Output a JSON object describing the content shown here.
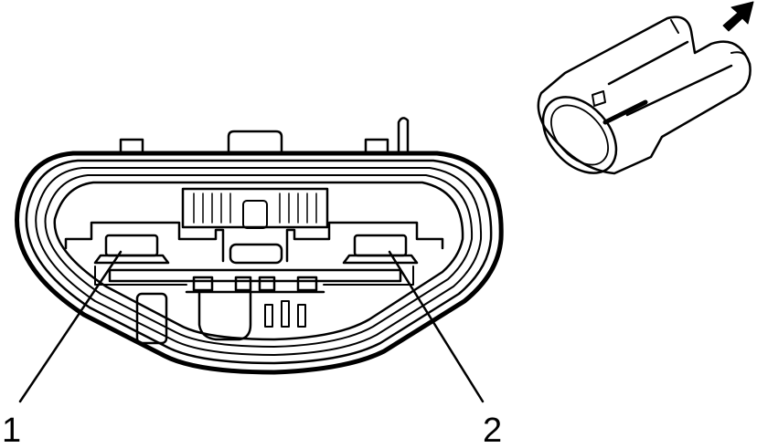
{
  "callouts": [
    {
      "id": "1",
      "label": "1"
    },
    {
      "id": "2",
      "label": "2"
    }
  ],
  "colors": {
    "line": "#000000",
    "background": "#ffffff"
  },
  "icons": {
    "direction_arrow": "arrow-up-right-icon"
  }
}
